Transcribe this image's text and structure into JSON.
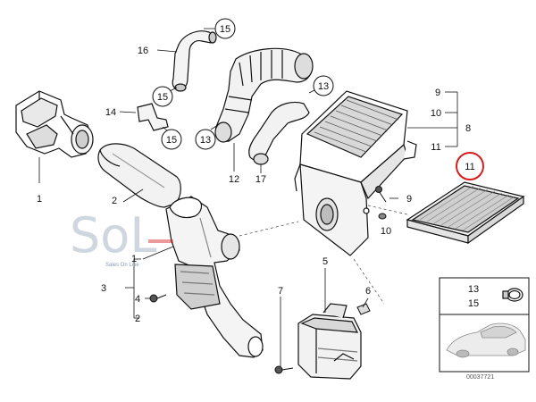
{
  "watermark": {
    "logo_text": "SoL",
    "tagline": "Sales On Line"
  },
  "inset": {
    "labels": [
      "13",
      "15"
    ]
  },
  "diagram_id": "00037721",
  "callouts": {
    "c15a": "15",
    "c16": "16",
    "c15b": "15",
    "c14": "14",
    "c15c": "15",
    "c13a": "13",
    "c12": "12",
    "c17": "17",
    "c13b": "13",
    "c9a": "9",
    "c10a": "10",
    "c8": "8",
    "c11a": "11",
    "c11b": "11",
    "c9b": "9",
    "c10b": "10",
    "c1a": "1",
    "c2a": "2",
    "c1b": "1",
    "c3": "3",
    "c4": "4",
    "c2b": "2",
    "c5": "5",
    "c6": "6",
    "c7": "7"
  },
  "highlight_color": "#d61c1c"
}
